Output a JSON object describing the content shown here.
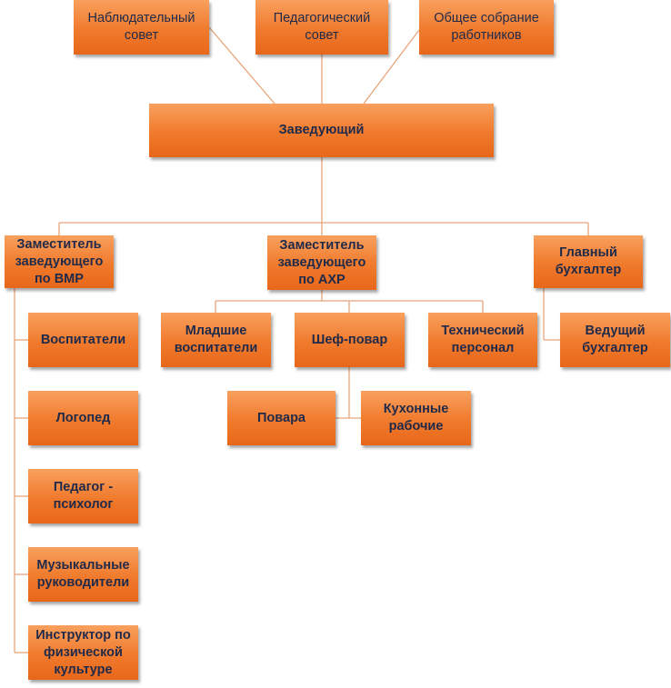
{
  "nodes": {
    "supervisory_board": "Наблюдательный\nсовет",
    "pedagogical_council": "Педагогический\nсовет",
    "general_meeting": "Общее собрание\nработников",
    "head": "Заведующий",
    "deputy_vmr": "Заместитель\nзаведующего\nпо ВМР",
    "deputy_ahr": "Заместитель\nзаведующего\nпо АХР",
    "chief_accountant": "Главный\nбухгалтер",
    "educators": "Воспитатели",
    "speech_therapist": "Логопед",
    "psychologist": "Педагог -\nпсихолог",
    "music_directors": "Музыкальные\nруководители",
    "pe_instructor": "Инструктор по\nфизической\nкультуре",
    "junior_educators": "Младшие\nвоспитатели",
    "chef": "Шеф-повар",
    "technical_staff": "Технический\nперсонал",
    "cooks": "Повара",
    "kitchen_workers": "Кухонные\nрабочие",
    "lead_accountant": "Ведущий\nбухгалтер"
  },
  "colors": {
    "box_fill": "#f07a2c",
    "connector": "#e8a57a",
    "text": "#1f2a4a"
  }
}
